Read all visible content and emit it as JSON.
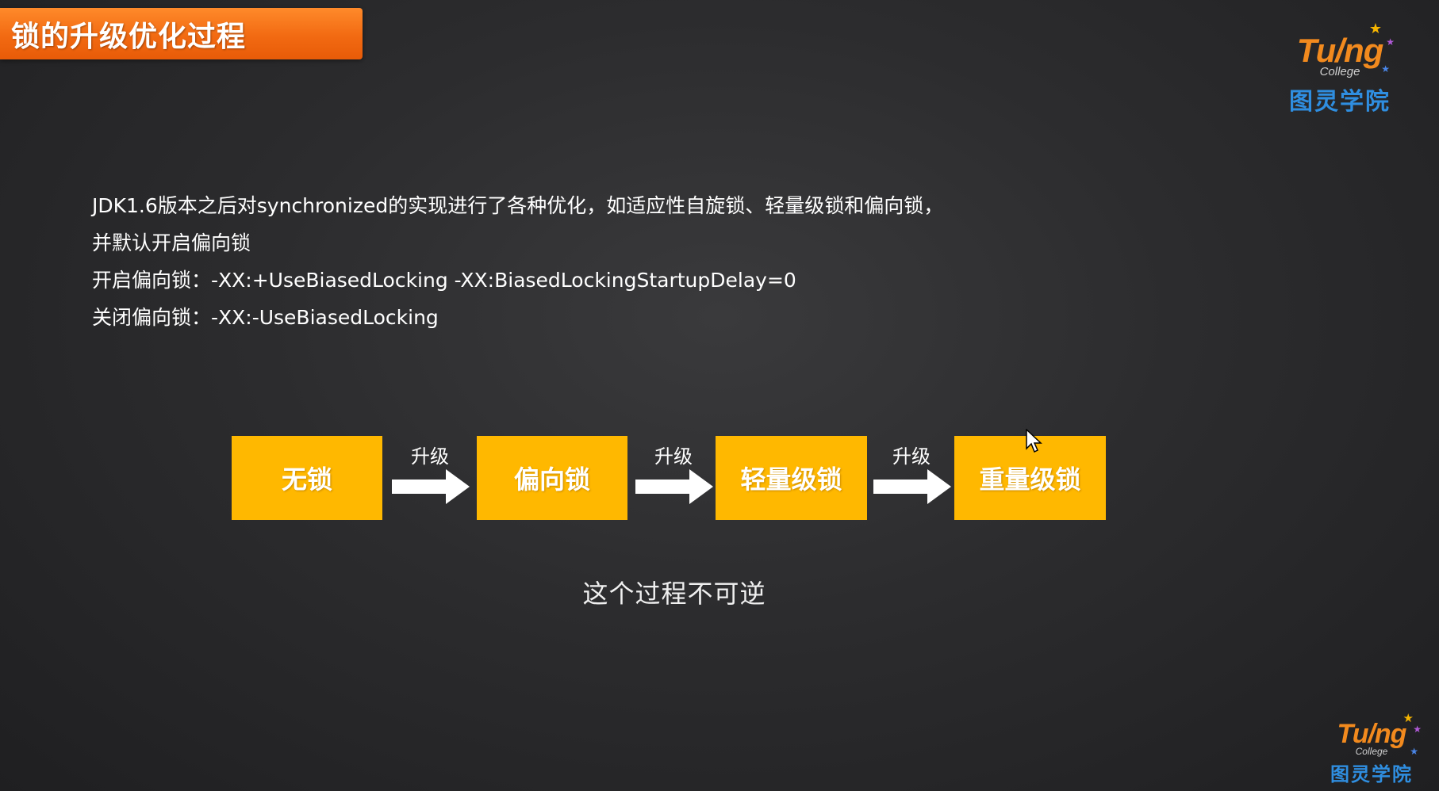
{
  "slide": {
    "title": "锁的升级优化过程",
    "lines": [
      "JDK1.6版本之后对synchronized的实现进行了各种优化，如适应性自旋锁、轻量级锁和偏向锁，",
      "并默认开启偏向锁",
      "开启偏向锁：-XX:+UseBiasedLocking -XX:BiasedLockingStartupDelay=0",
      "关闭偏向锁：-XX:-UseBiasedLocking"
    ],
    "flow": {
      "states": [
        "无锁",
        "偏向锁",
        "轻量级锁",
        "重量级锁"
      ],
      "arrow_label": "升级"
    },
    "caption": "这个过程不可逆"
  },
  "logo": {
    "word": "Tu/ng",
    "sub": "College",
    "cn": "图灵学院"
  },
  "colors": {
    "title_bar": "#f26a12",
    "state_box": "#ffb800",
    "logo_orange": "#f28a1e",
    "logo_blue": "#2f8ee0"
  }
}
